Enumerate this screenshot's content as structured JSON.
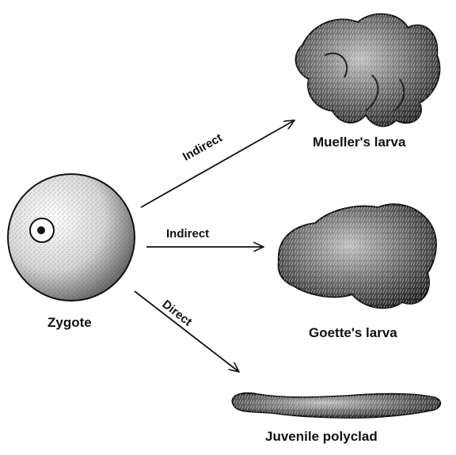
{
  "diagram": {
    "nodes": {
      "zygote": {
        "label": "Zygote"
      },
      "mueller": {
        "label": "Mueller's larva"
      },
      "goette": {
        "label": "Goette's larva"
      },
      "juvenile": {
        "label": "Juvenile polyclad"
      }
    },
    "edges": [
      {
        "from": "zygote",
        "to": "mueller",
        "label": "Indirect"
      },
      {
        "from": "zygote",
        "to": "goette",
        "label": "Indirect"
      },
      {
        "from": "zygote",
        "to": "juvenile",
        "label": "Direct"
      }
    ],
    "colors": {
      "ink": "#111111",
      "background": "#ffffff"
    }
  }
}
